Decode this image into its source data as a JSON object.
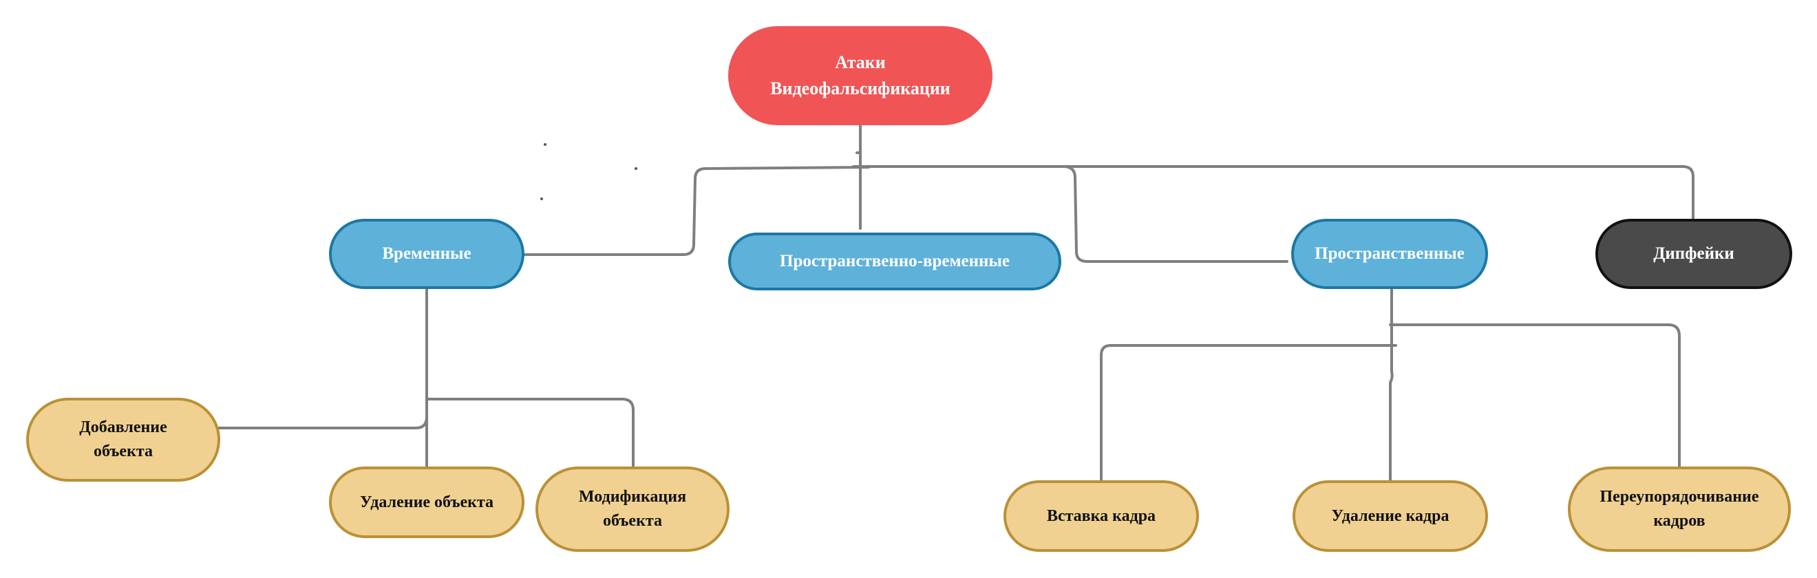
{
  "diagram": {
    "root": {
      "label": "Атаки\nВидеофальсификации"
    },
    "categories": [
      {
        "label": "Временные"
      },
      {
        "label": "Пространственно-временные"
      },
      {
        "label": "Пространственные"
      },
      {
        "label": "Дипфейки"
      }
    ],
    "temporal_children": [
      {
        "label": "Добавление\nобъекта"
      },
      {
        "label": "Удаление объекта"
      },
      {
        "label": "Модификация\nобъекта"
      }
    ],
    "spatial_children": [
      {
        "label": "Вставка кадра"
      },
      {
        "label": "Удаление кадра"
      },
      {
        "label": "Переупорядочивание\nкадров"
      }
    ],
    "colors": {
      "root_fill": "#f05455",
      "category_fill": "#5eb1d8",
      "category_border": "#1b78a4",
      "deepfake_fill": "#4a4a4a",
      "leaf_fill": "#f0d191",
      "leaf_border": "#bb9136",
      "connector": "#7f7f7f"
    }
  }
}
